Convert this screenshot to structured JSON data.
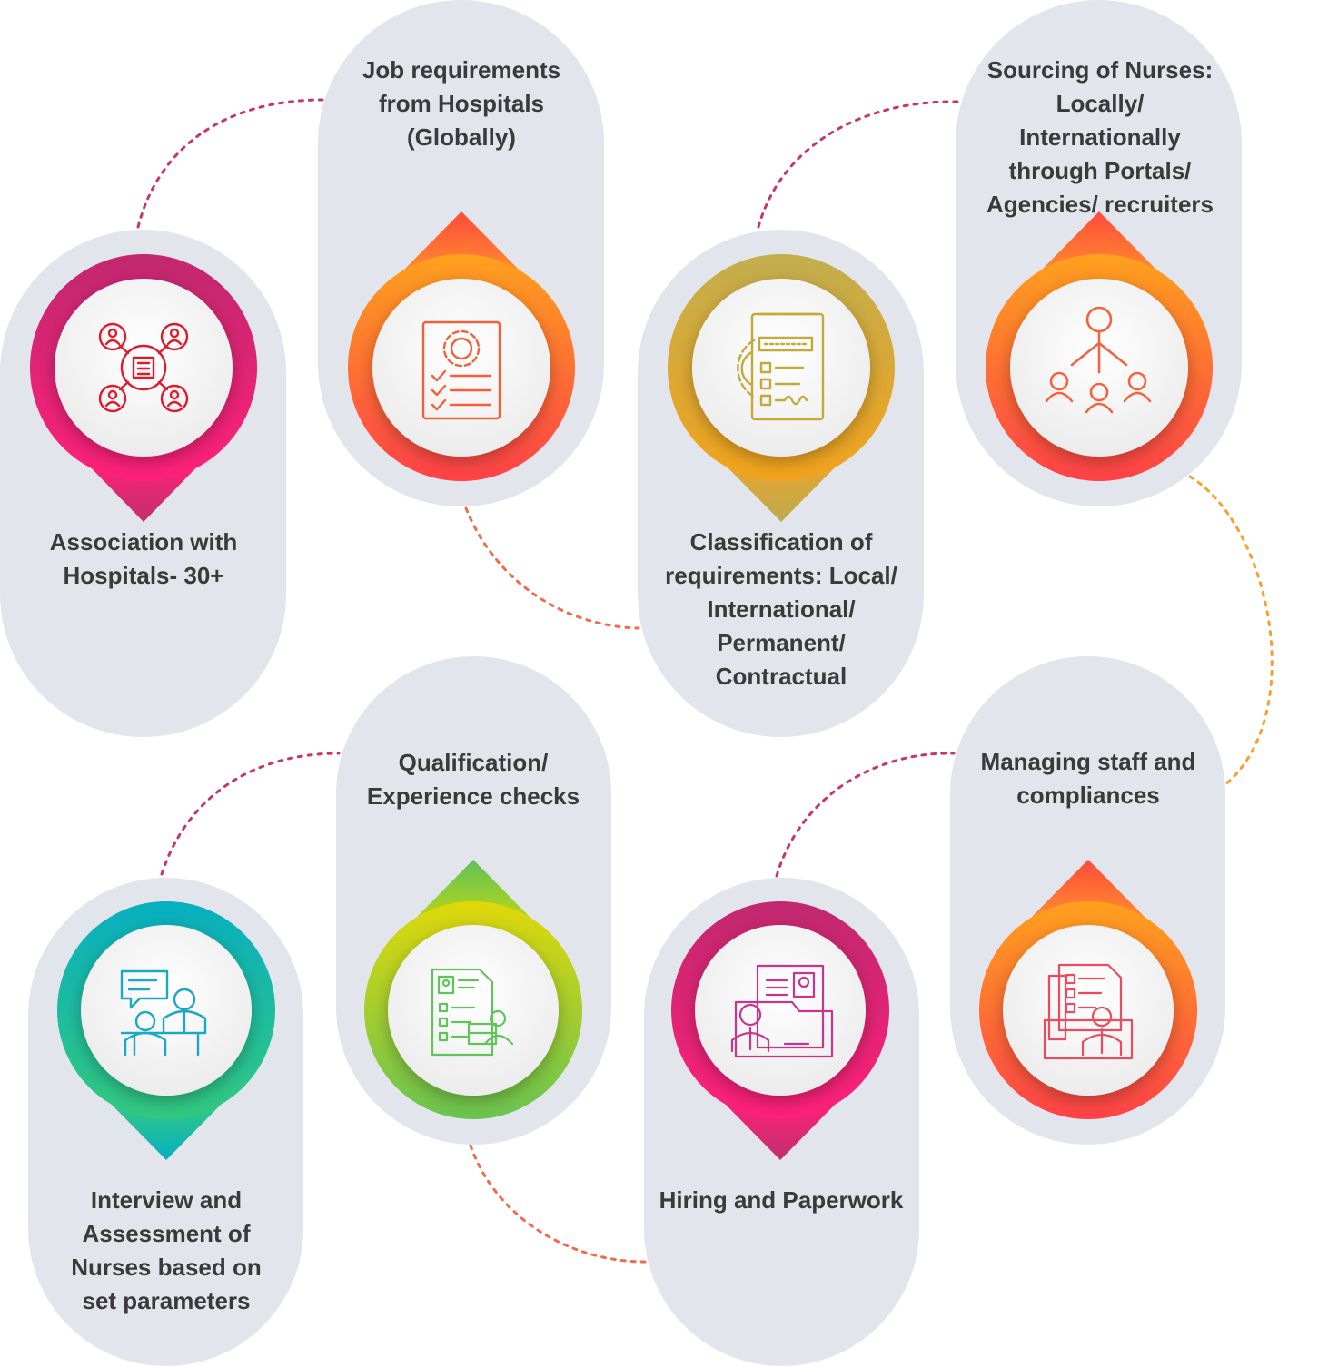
{
  "steps": [
    {
      "label": "Association with Hospitals- 30+",
      "icon": "hospital-network-icon",
      "ring": [
        "#c0286f",
        "#ff2079"
      ],
      "color": "#e0192c"
    },
    {
      "label": "Job requirements from Hospitals (Globally)",
      "icon": "requirements-document-icon",
      "ring": [
        "#ff9a1e",
        "#ff4d3a"
      ],
      "color": "#f2603a"
    },
    {
      "label": "Classification of requirements: Local/ International/ Permanent/ Contractual",
      "icon": "classification-checklist-icon",
      "ring": [
        "#c2ae4f",
        "#f2a21b"
      ],
      "color": "#c2a93a"
    },
    {
      "label": "Sourcing of Nurses: Locally/ Internationally through Portals/ Agencies/ recruiters",
      "icon": "sourcing-hierarchy-icon",
      "ring": [
        "#ff9b23",
        "#ff4645"
      ],
      "color": "#f4623f"
    },
    {
      "label": "Managing staff and compliances",
      "icon": "staff-compliance-icon",
      "ring": [
        "#ff9b23",
        "#ff4645"
      ],
      "color": "#ea4b5f"
    },
    {
      "label": "Hiring and Paperwork",
      "icon": "hiring-paperwork-icon",
      "ring": [
        "#c0286f",
        "#ff2079"
      ],
      "color": "#c7358e"
    },
    {
      "label": "Qualification/ Experience checks",
      "icon": "qualification-check-icon",
      "ring": [
        "#d7d80e",
        "#6fc550"
      ],
      "color": "#62c35a"
    },
    {
      "label": "Interview and Assessment of Nurses based on set parameters",
      "icon": "interview-icon",
      "ring": [
        "#07b0bf",
        "#32c882"
      ],
      "color": "#1aa9c1"
    }
  ]
}
